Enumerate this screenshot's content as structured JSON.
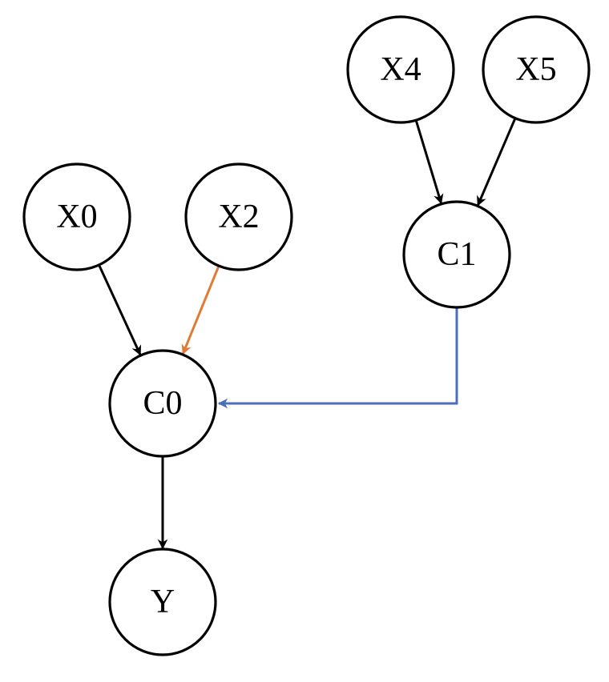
{
  "nodes": [
    {
      "id": "X0",
      "label": "X0"
    },
    {
      "id": "X2",
      "label": "X2"
    },
    {
      "id": "X4",
      "label": "X4"
    },
    {
      "id": "X5",
      "label": "X5"
    },
    {
      "id": "C1",
      "label": "C1"
    },
    {
      "id": "C0",
      "label": "C0"
    },
    {
      "id": "Y",
      "label": "Y"
    }
  ],
  "edges": [
    {
      "from": "X4",
      "to": "C1",
      "color": "#000000"
    },
    {
      "from": "X5",
      "to": "C1",
      "color": "#000000"
    },
    {
      "from": "X0",
      "to": "C0",
      "color": "#000000"
    },
    {
      "from": "X2",
      "to": "C0",
      "color": "#E07A35"
    },
    {
      "from": "C1",
      "to": "C0",
      "color": "#4A6FB8"
    },
    {
      "from": "C0",
      "to": "Y",
      "color": "#000000"
    }
  ]
}
